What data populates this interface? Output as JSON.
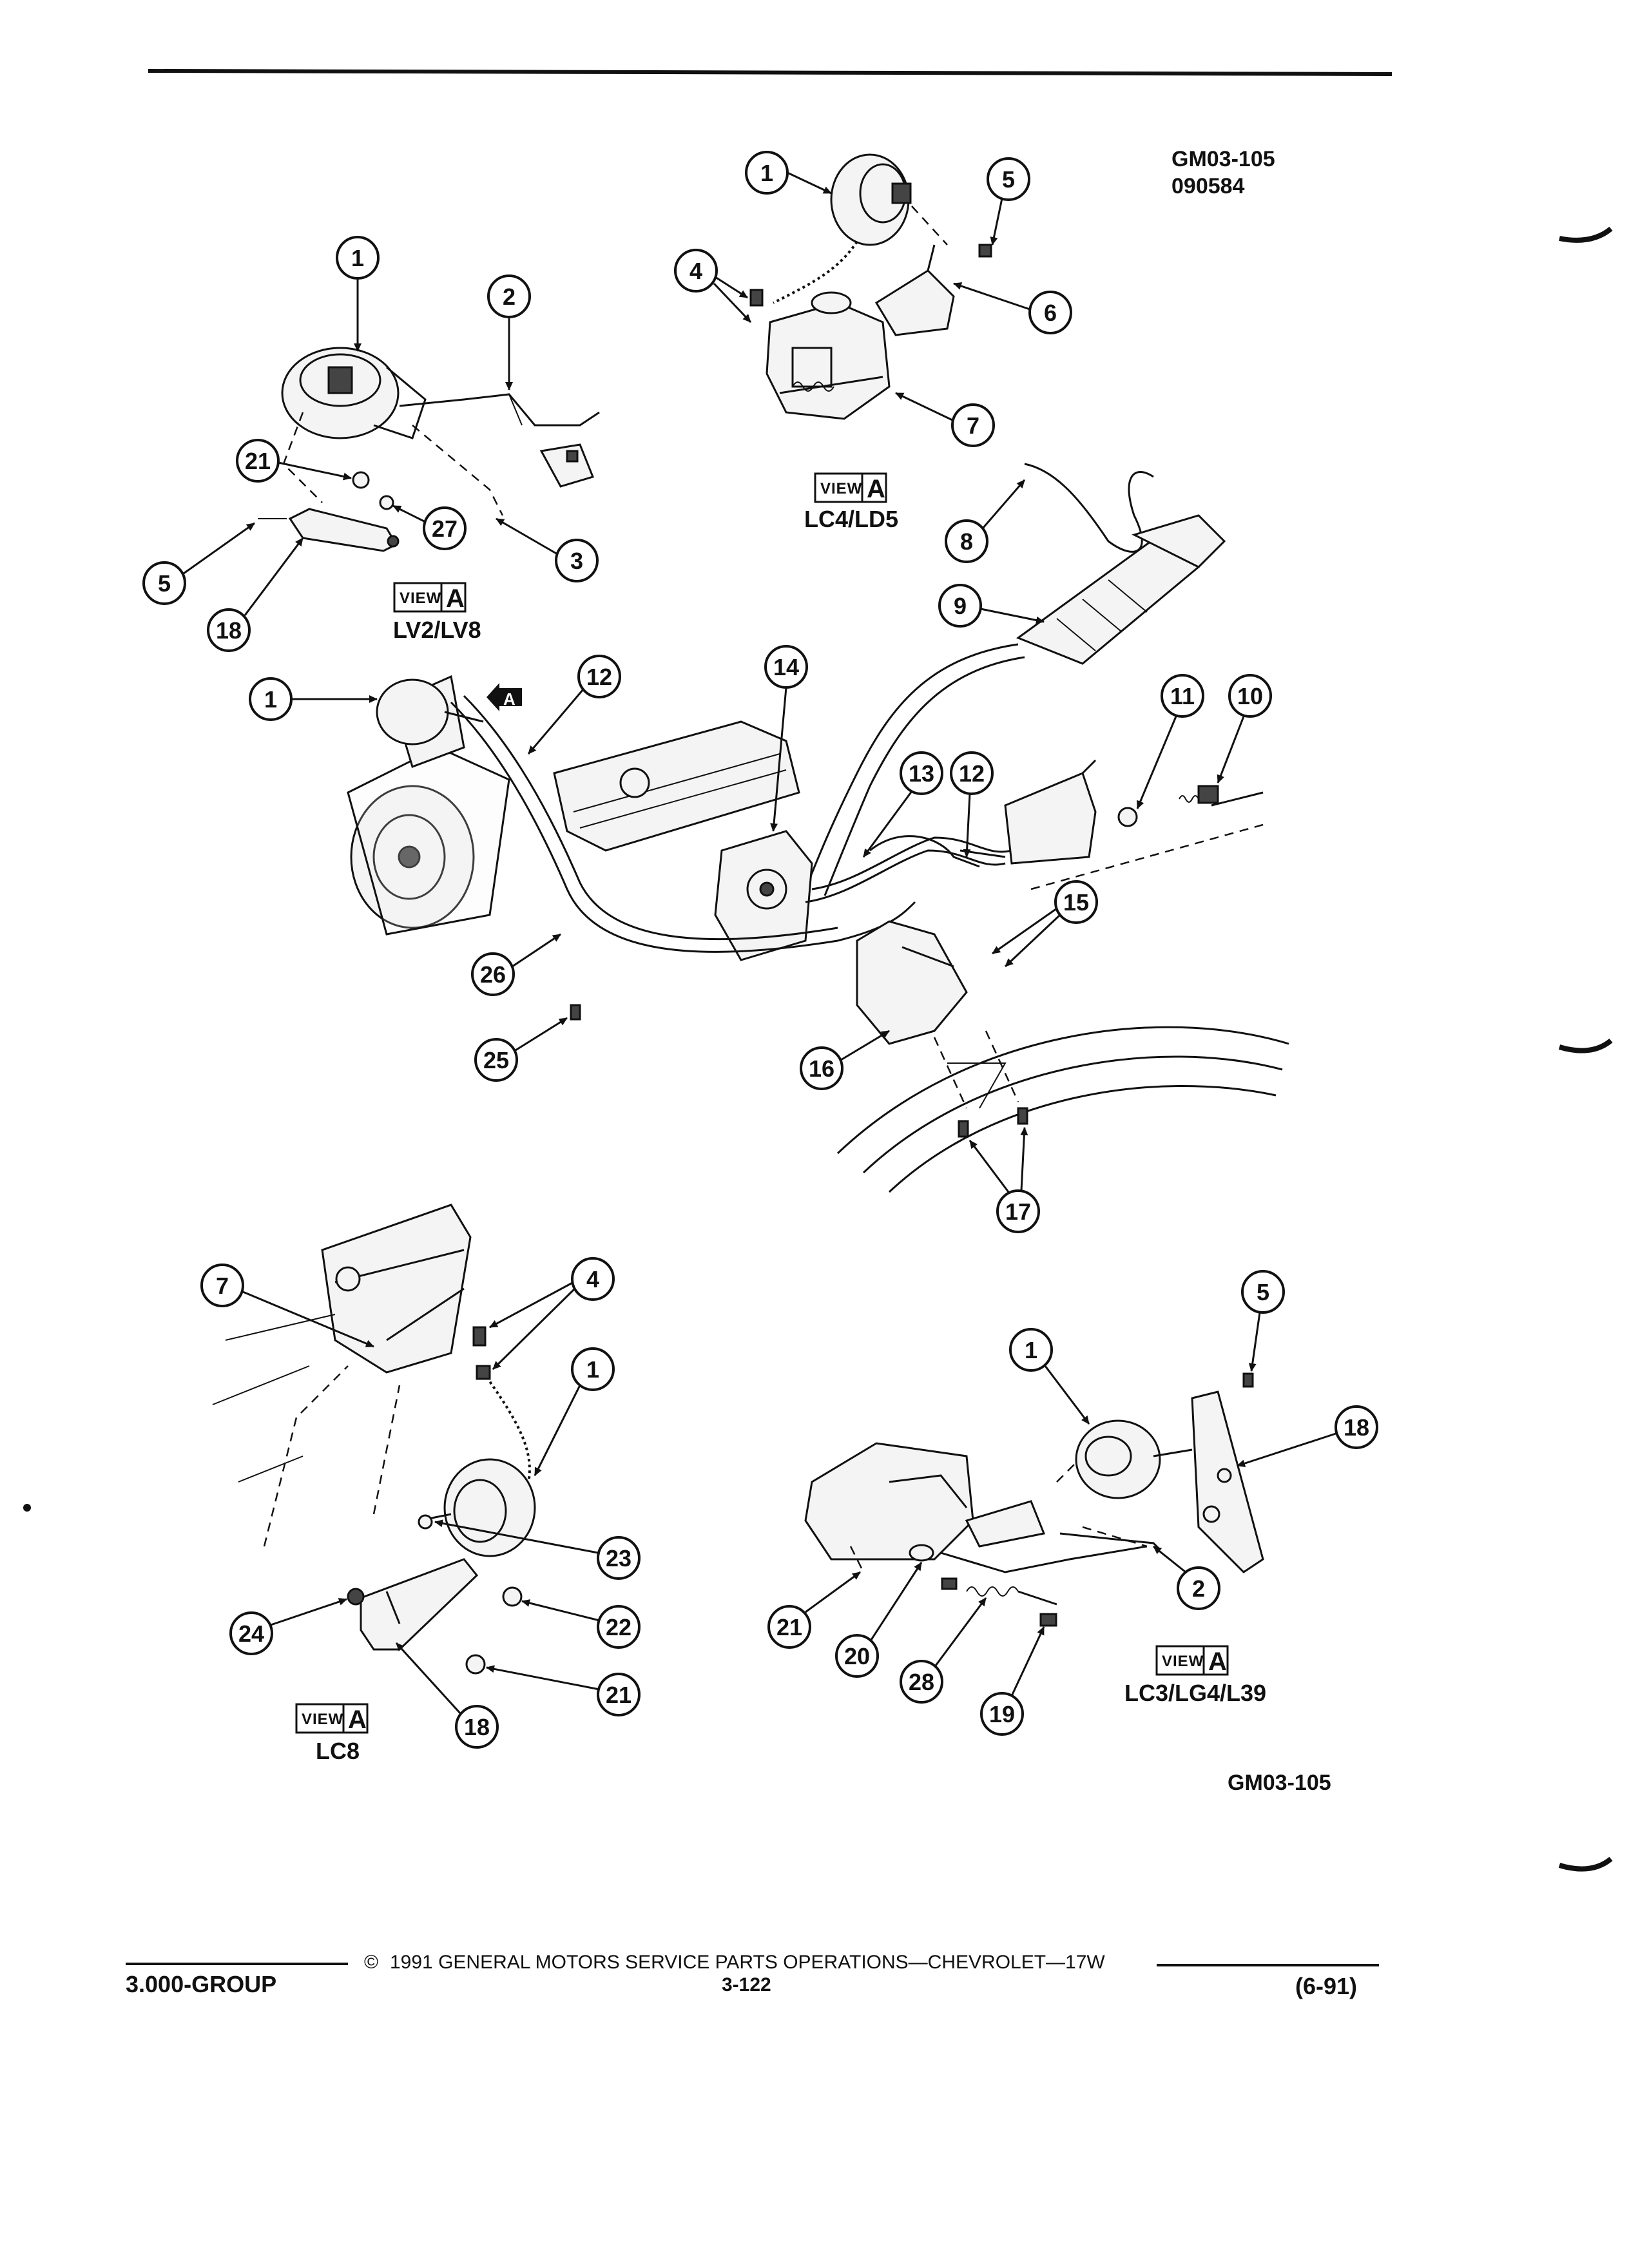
{
  "header": {
    "code_top": "GM03-105",
    "date": "090584"
  },
  "views": {
    "lv2": {
      "view_word": "VIEW",
      "view_letter": "A",
      "engines": "LV2/LV8"
    },
    "lc4": {
      "view_word": "VIEW",
      "view_letter": "A",
      "engines": "LC4/LD5"
    },
    "lc8": {
      "view_word": "VIEW",
      "view_letter": "A",
      "engines": "LC8"
    },
    "lc3": {
      "view_word": "VIEW",
      "view_letter": "A",
      "engines": "LC3/LG4/L39"
    },
    "main_marker": "A"
  },
  "callouts": {
    "lv2": [
      "1",
      "2",
      "21",
      "27",
      "3",
      "5",
      "18"
    ],
    "lc4": [
      "1",
      "5",
      "4",
      "6",
      "7",
      "8",
      "9"
    ],
    "main": [
      "1",
      "12",
      "14",
      "11",
      "10",
      "13",
      "12",
      "15",
      "26",
      "25",
      "16",
      "17"
    ],
    "lc8": [
      "7",
      "4",
      "1",
      "23",
      "22",
      "24",
      "21",
      "18"
    ],
    "lc3": [
      "5",
      "1",
      "18",
      "2",
      "21",
      "20",
      "28",
      "19"
    ]
  },
  "code_bottom": "GM03-105",
  "footer": {
    "copyright_symbol": "©",
    "copyright": "1991  GENERAL MOTORS SERVICE PARTS OPERATIONS—CHEVROLET—17W",
    "group": "3.000-GROUP",
    "page": "3-122",
    "edition": "(6-91)"
  }
}
